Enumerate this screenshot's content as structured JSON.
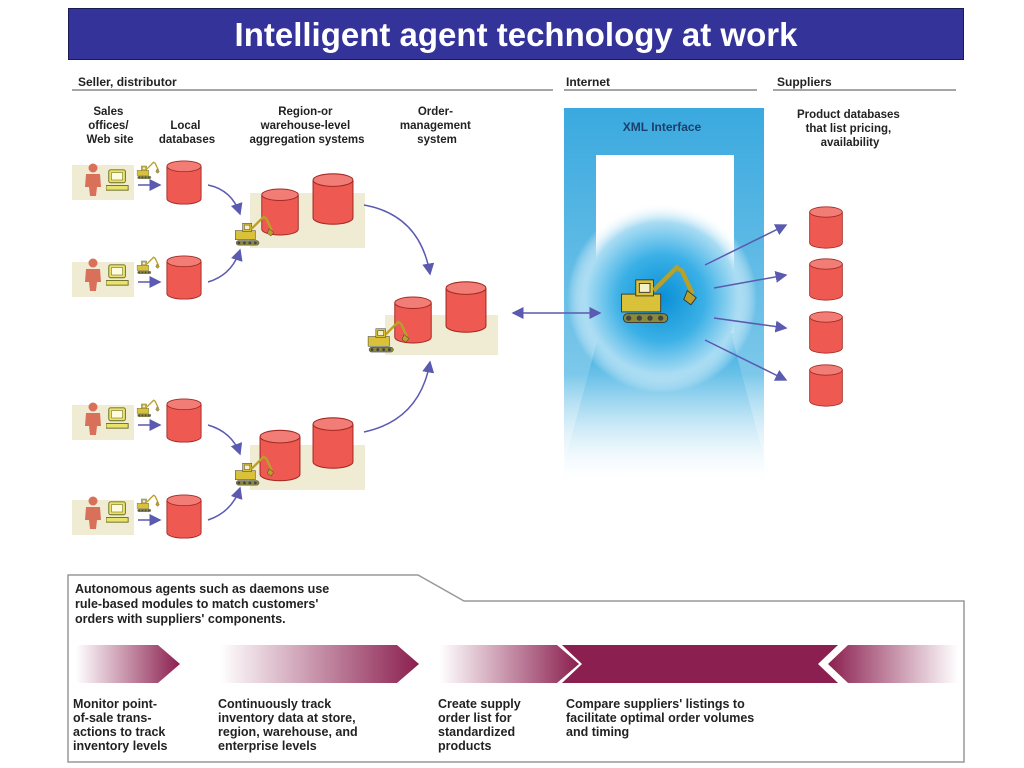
{
  "title": "Intelligent agent technology at work",
  "sections": {
    "seller": "Seller, distributor",
    "internet": "Internet",
    "suppliers": "Suppliers"
  },
  "columns": {
    "sales_offices": [
      "Sales",
      "offices/",
      "Web site"
    ],
    "local_db": [
      "Local",
      "databases"
    ],
    "region": [
      "Region-or",
      "warehouse-level",
      "aggregation systems"
    ],
    "order": [
      "Order-",
      "management",
      "system"
    ]
  },
  "xml_interface": "XML Interface",
  "supplier_desc": [
    "Product databases",
    "that list pricing,",
    "availability"
  ],
  "callout": [
    "Autonomous agents such as daemons use",
    "rule-based modules to match customers'",
    "orders with suppliers' components."
  ],
  "steps": [
    {
      "lines": [
        "Monitor point-",
        "of-sale trans-",
        "actions to track",
        "inventory levels"
      ]
    },
    {
      "lines": [
        "Continuously track",
        "inventory data at store,",
        "region, warehouse, and",
        "enterprise levels"
      ]
    },
    {
      "lines": [
        "Create supply",
        "order list for",
        "standardized",
        "products"
      ]
    },
    {
      "lines": [
        "Compare suppliers' listings to",
        "facilitate optimal order volumes",
        "and timing"
      ]
    }
  ],
  "colors": {
    "title_bg": "#33339a",
    "database": "#ee5a52",
    "arrow": "#5a5ab0",
    "glow": "#1aa0dd",
    "band": "#8b1f4f"
  },
  "icons": [
    "person-icon",
    "computer-icon",
    "excavator-icon",
    "database-icon",
    "arrow-icon"
  ]
}
